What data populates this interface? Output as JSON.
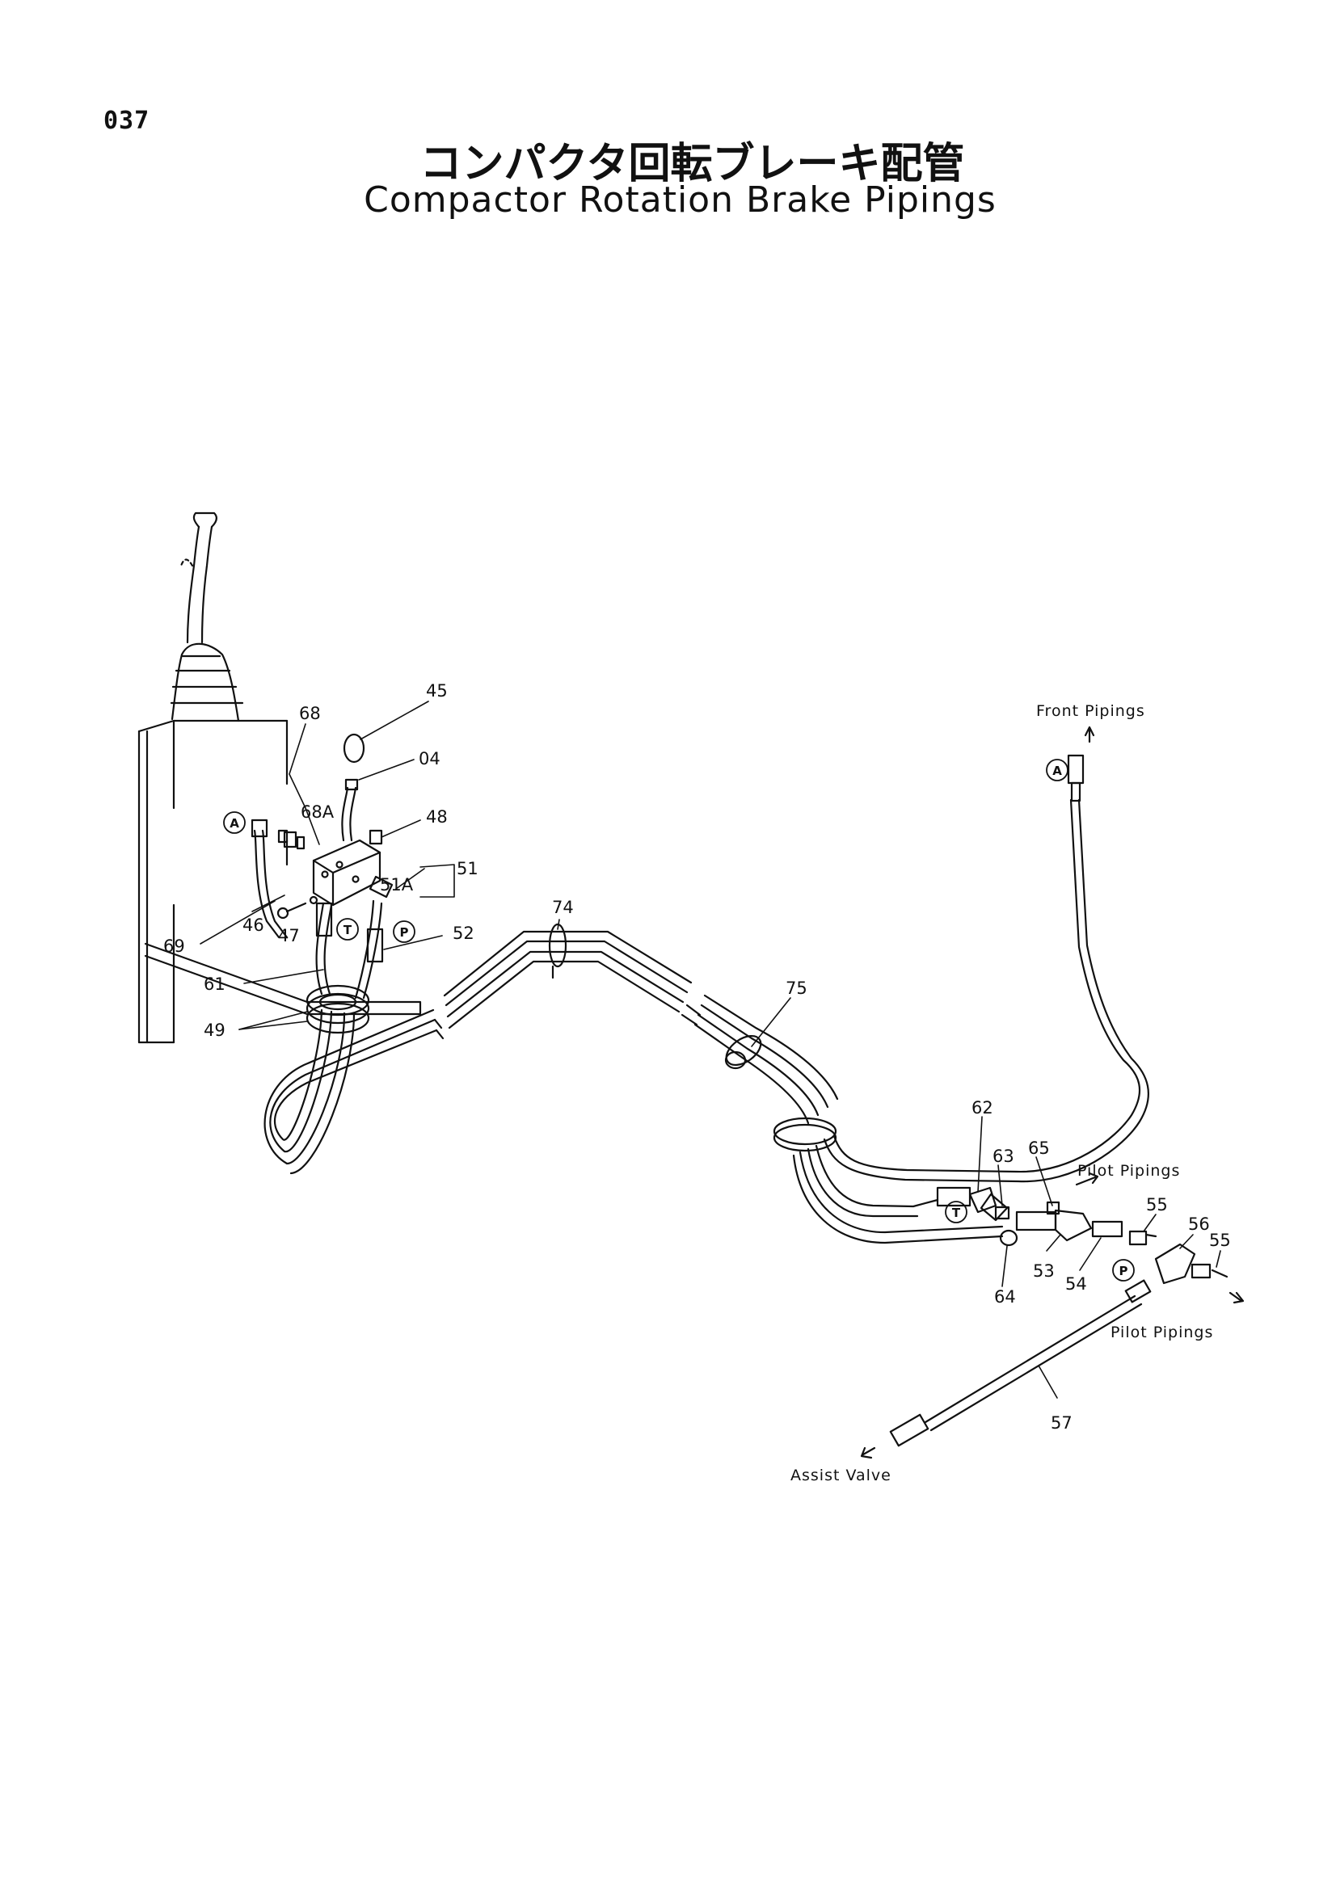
{
  "page_number": "037",
  "title_jp": "コンパクタ回転ブレーキ配管",
  "title_en": "Compactor Rotation Brake Pipings",
  "captions": {
    "front_pipings": "Front Pipings",
    "pilot_pipings_upper": "Pilot Pipings",
    "pilot_pipings_lower": "Pilot Pipings",
    "assist_valve": "Assist Valve"
  },
  "port_markers": {
    "a_left": "A",
    "a_right": "A",
    "t_left": "T",
    "p_left": "P",
    "t_right": "T",
    "p_right": "P"
  },
  "part_labels": {
    "p45": "45",
    "p68": "68",
    "p04": "04",
    "p68a": "68A",
    "p48": "48",
    "p51": "51",
    "p51a": "51A",
    "p52": "52",
    "p46": "46",
    "p47": "47",
    "p69": "69",
    "p61": "61",
    "p49": "49",
    "p74": "74",
    "p75": "75",
    "p62": "62",
    "p65": "65",
    "p63": "63",
    "p55a": "55",
    "p55b": "55",
    "p56": "56",
    "p53": "53",
    "p54": "54",
    "p64": "64",
    "p57": "57"
  }
}
